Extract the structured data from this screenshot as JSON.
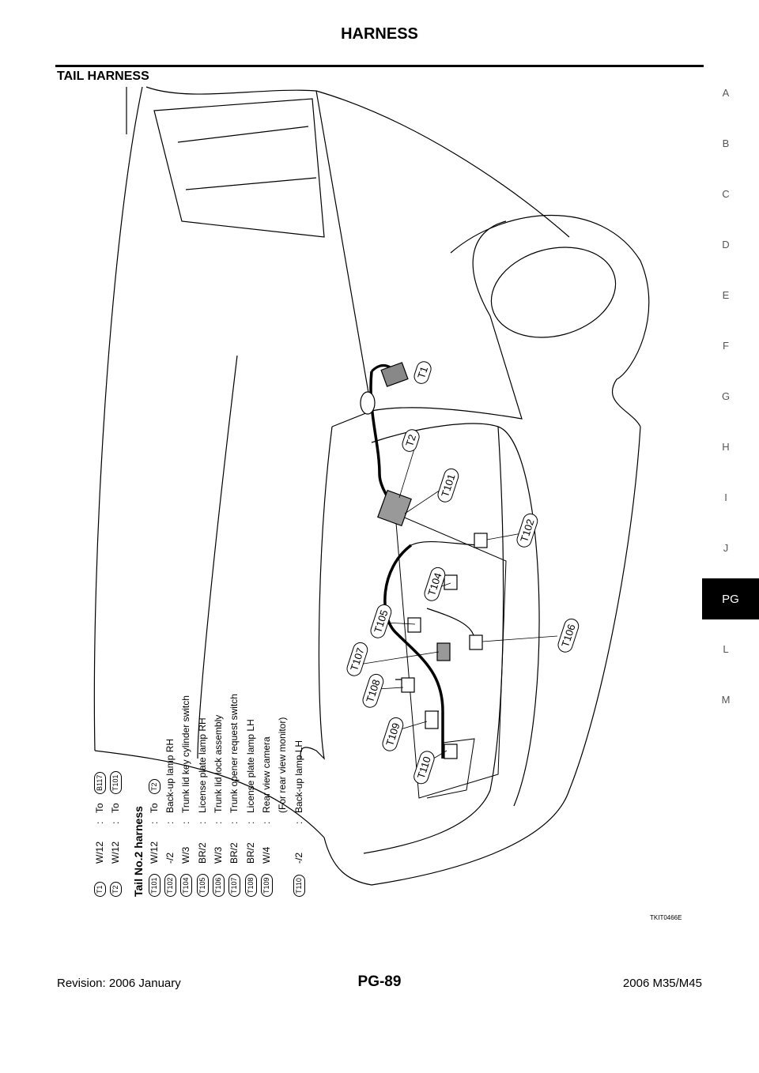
{
  "header": {
    "title": "HARNESS"
  },
  "section": {
    "title": "TAIL HARNESS"
  },
  "side_index": [
    "A",
    "B",
    "C",
    "D",
    "E",
    "F",
    "G",
    "H",
    "I",
    "J",
    "PG",
    "L",
    "M"
  ],
  "active_tab": "PG",
  "legend": {
    "top_rows": [
      {
        "conn": "T1",
        "wire": "W/12",
        "sep": ":",
        "desc": "To",
        "to": "B117"
      },
      {
        "conn": "T2",
        "wire": "W/12",
        "sep": ":",
        "desc": "To",
        "to": "T101"
      }
    ],
    "group_title": "Tail No.2 harness",
    "rows": [
      {
        "conn": "T101",
        "wire": "W/12",
        "sep": ":",
        "desc": "To",
        "to": "T2"
      },
      {
        "conn": "T102",
        "wire": "-/2",
        "sep": ":",
        "desc": "Back-up lamp RH"
      },
      {
        "conn": "T104",
        "wire": "W/3",
        "sep": ":",
        "desc": "Trunk lid key cylinder switch"
      },
      {
        "conn": "T105",
        "wire": "BR/2",
        "sep": ":",
        "desc": "License plate lamp RH"
      },
      {
        "conn": "T106",
        "wire": "W/3",
        "sep": ":",
        "desc": "Trunk lid lock assembly"
      },
      {
        "conn": "T107",
        "wire": "BR/2",
        "sep": ":",
        "desc": "Trunk opener request switch"
      },
      {
        "conn": "T108",
        "wire": "BR/2",
        "sep": ":",
        "desc": "License plate lamp LH"
      },
      {
        "conn": "T109",
        "wire": "W/4",
        "sep": ":",
        "desc": "Rear view camera"
      },
      {
        "conn": "",
        "wire": "",
        "sep": "",
        "desc": "(For rear view monitor)"
      },
      {
        "conn": "T110",
        "wire": "-/2",
        "sep": ":",
        "desc": "Back-up lamp LH"
      }
    ]
  },
  "callouts": [
    "T1",
    "T2",
    "T101",
    "T102",
    "T104",
    "T105",
    "T106",
    "T107",
    "T108",
    "T109",
    "T110"
  ],
  "figure_code": "TKIT0466E",
  "footer": {
    "left": "Revision: 2006 January",
    "center": "PG-89",
    "right": "2006 M35/M45"
  }
}
